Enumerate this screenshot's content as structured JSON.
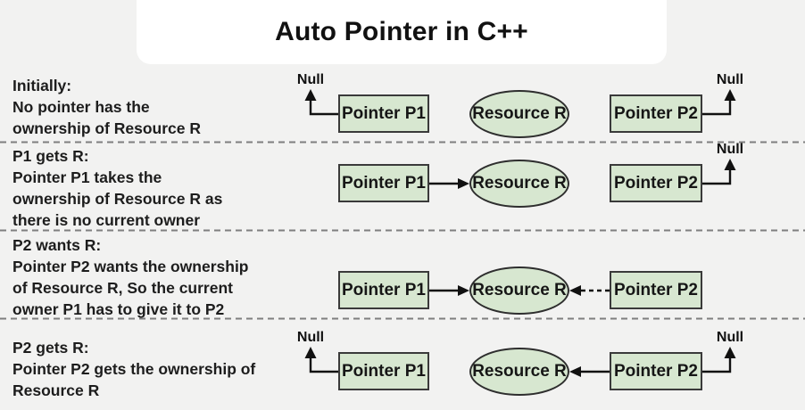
{
  "title": "Auto Pointer in C++",
  "labels": {
    "pointer_p1": "Pointer P1",
    "pointer_p2": "Pointer P2",
    "resource": "Resource R",
    "null": "Null"
  },
  "colors": {
    "background": "#f2f2f1",
    "title_card": "#ffffff",
    "shape_fill": "#d7e7d0",
    "shape_border": "#3a3a3a",
    "arrow": "#111111",
    "separator": "#7f7f7f",
    "text": "#1d1d1d"
  },
  "rows": [
    {
      "heading": "Initially:",
      "lines": [
        "No pointer has the",
        "ownership of Resource R"
      ],
      "p1_state": "null",
      "p2_state": "null"
    },
    {
      "heading": "P1 gets R:",
      "lines": [
        "Pointer P1 takes the",
        "ownership of Resource R as",
        "there is no current owner"
      ],
      "p1_state": "owns Resource R (solid arrow)",
      "p2_state": "null"
    },
    {
      "heading": "P2 wants R:",
      "lines": [
        "Pointer P2 wants the ownership",
        "of Resource R, So the current",
        "owner P1 has to give it to P2"
      ],
      "p1_state": "owns Resource R (solid arrow)",
      "p2_state": "wants Resource R (dashed arrow)"
    },
    {
      "heading": "P2 gets R:",
      "lines": [
        "Pointer P2 gets the ownership of",
        "Resource R"
      ],
      "p1_state": "null",
      "p2_state": "owns Resource R (solid arrow), null elbow shown"
    }
  ]
}
